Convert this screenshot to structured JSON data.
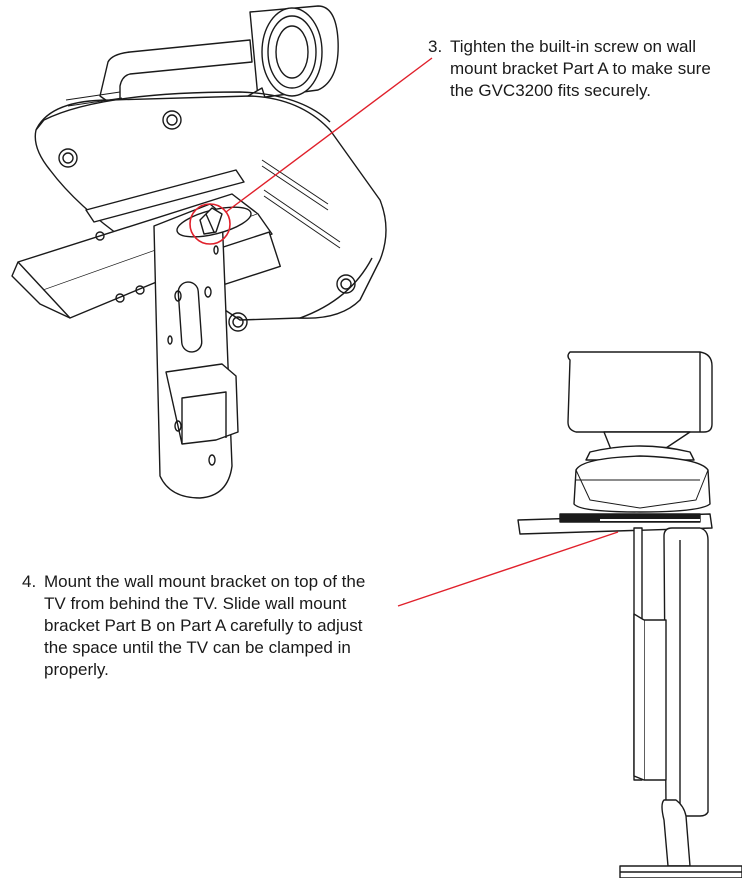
{
  "steps": [
    {
      "number": "3.",
      "text": "Tighten the built-in screw on wall mount bracket Part A to make sure the GVC3200 fits securely."
    },
    {
      "number": "4.",
      "text": "Mount the wall mount bracket on top of the TV from behind the TV. Slide wall mount bracket Part B on Part A carefully to adjust the space until the TV can be clamped in properly."
    }
  ],
  "colors": {
    "callout_line": "#e0202b",
    "outline": "#1a1a1a"
  }
}
